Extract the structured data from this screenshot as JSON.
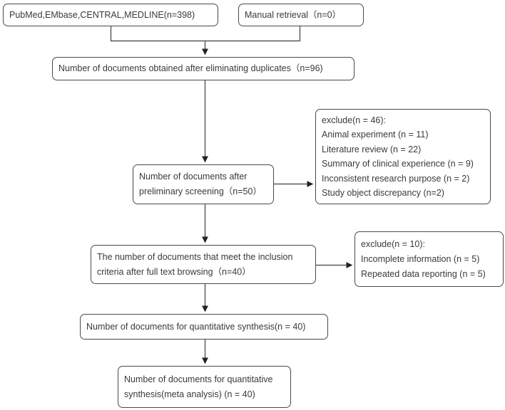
{
  "diagram": {
    "type": "flowchart",
    "colors": {
      "border": "#4a4a4a",
      "line": "#3f3f3f",
      "text": "#3a3a3a",
      "background": "#ffffff"
    },
    "boxes": {
      "databases": {
        "label": "PubMed,EMbase,CENTRAL,MEDLINE(n=398)"
      },
      "manual": {
        "label": "Manual retrieval（n=0）"
      },
      "dedup": {
        "label": "Number of documents obtained after eliminating duplicates（n=96)"
      },
      "screening": {
        "lines": [
          "Number of documents after",
          "preliminary screening（n=50）"
        ]
      },
      "exclude1": {
        "lines": [
          "exclude(n = 46):",
          "Animal experiment (n = 11)",
          "Literature review (n = 22)",
          "Summary of clinical experience (n = 9)",
          "Inconsistent research purpose (n = 2)",
          "Study object discrepancy (n=2)"
        ]
      },
      "inclusion": {
        "lines": [
          "The number of documents that meet the inclusion",
          "criteria after full text browsing（n=40）"
        ]
      },
      "exclude2": {
        "lines": [
          "exclude(n = 10):",
          "Incomplete information (n = 5)",
          "Repeated data reporting (n = 5)"
        ]
      },
      "synthesis": {
        "label": "Number of documents for quantitative synthesis(n = 40)"
      },
      "final": {
        "lines": [
          "Number of documents for quantitative",
          "synthesis(meta analysis) (n = 40)"
        ]
      }
    }
  }
}
